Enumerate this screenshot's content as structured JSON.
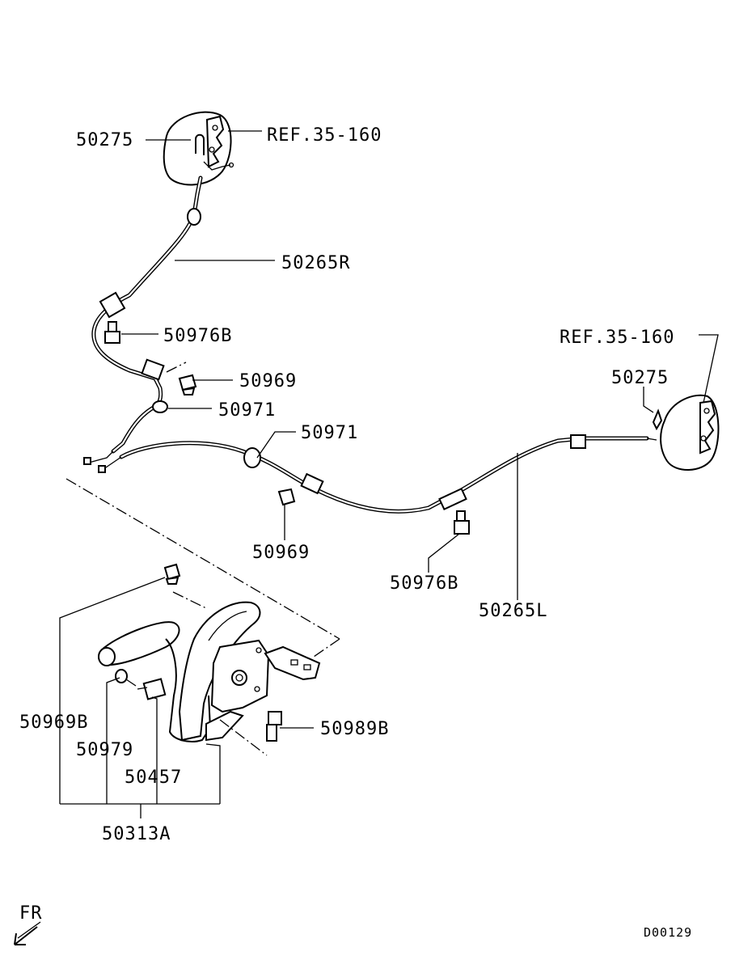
{
  "labels": {
    "p50275_r": "50275",
    "ref_r": "REF.35-160",
    "p50265r": "50265R",
    "p50976b_r": "50976B",
    "p50969_r": "50969",
    "p50971_r": "50971",
    "p50971_l": "50971",
    "ref_l": "REF.35-160",
    "p50275_l": "50275",
    "p50969_l": "50969",
    "p50976b_l": "50976B",
    "p50265l": "50265L",
    "p50969b": "50969B",
    "p50979": "50979",
    "p50457": "50457",
    "p50989b": "50989B",
    "p50313a": "50313A",
    "fr": "FR",
    "diagram_code": "D00129"
  },
  "icons": {
    "front_arrow": "front-direction-arrow-icon"
  }
}
